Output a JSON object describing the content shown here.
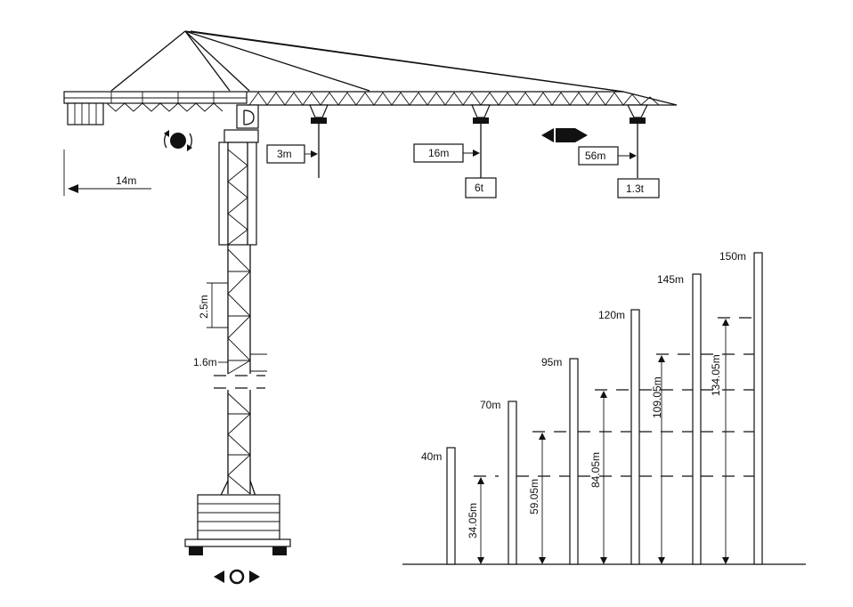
{
  "crane": {
    "counter_jib_length": "14m",
    "reach_labels": {
      "min": "3m",
      "mid": "16m",
      "max": "56m"
    },
    "loads": {
      "mid": "6t",
      "max": "1.3t"
    },
    "section_height": "2.5m",
    "mast_width": "1.6m",
    "icons": [
      "slew-rotation-icon",
      "trolley-travel-icon",
      "base-travel-icon"
    ]
  },
  "height_chart": {
    "hook_heights": [
      "34.05m",
      "59.05m",
      "84.05m",
      "109.05m",
      "134.05m"
    ],
    "mast_heights": [
      "40m",
      "70m",
      "95m",
      "120m",
      "145m",
      "150m"
    ]
  }
}
